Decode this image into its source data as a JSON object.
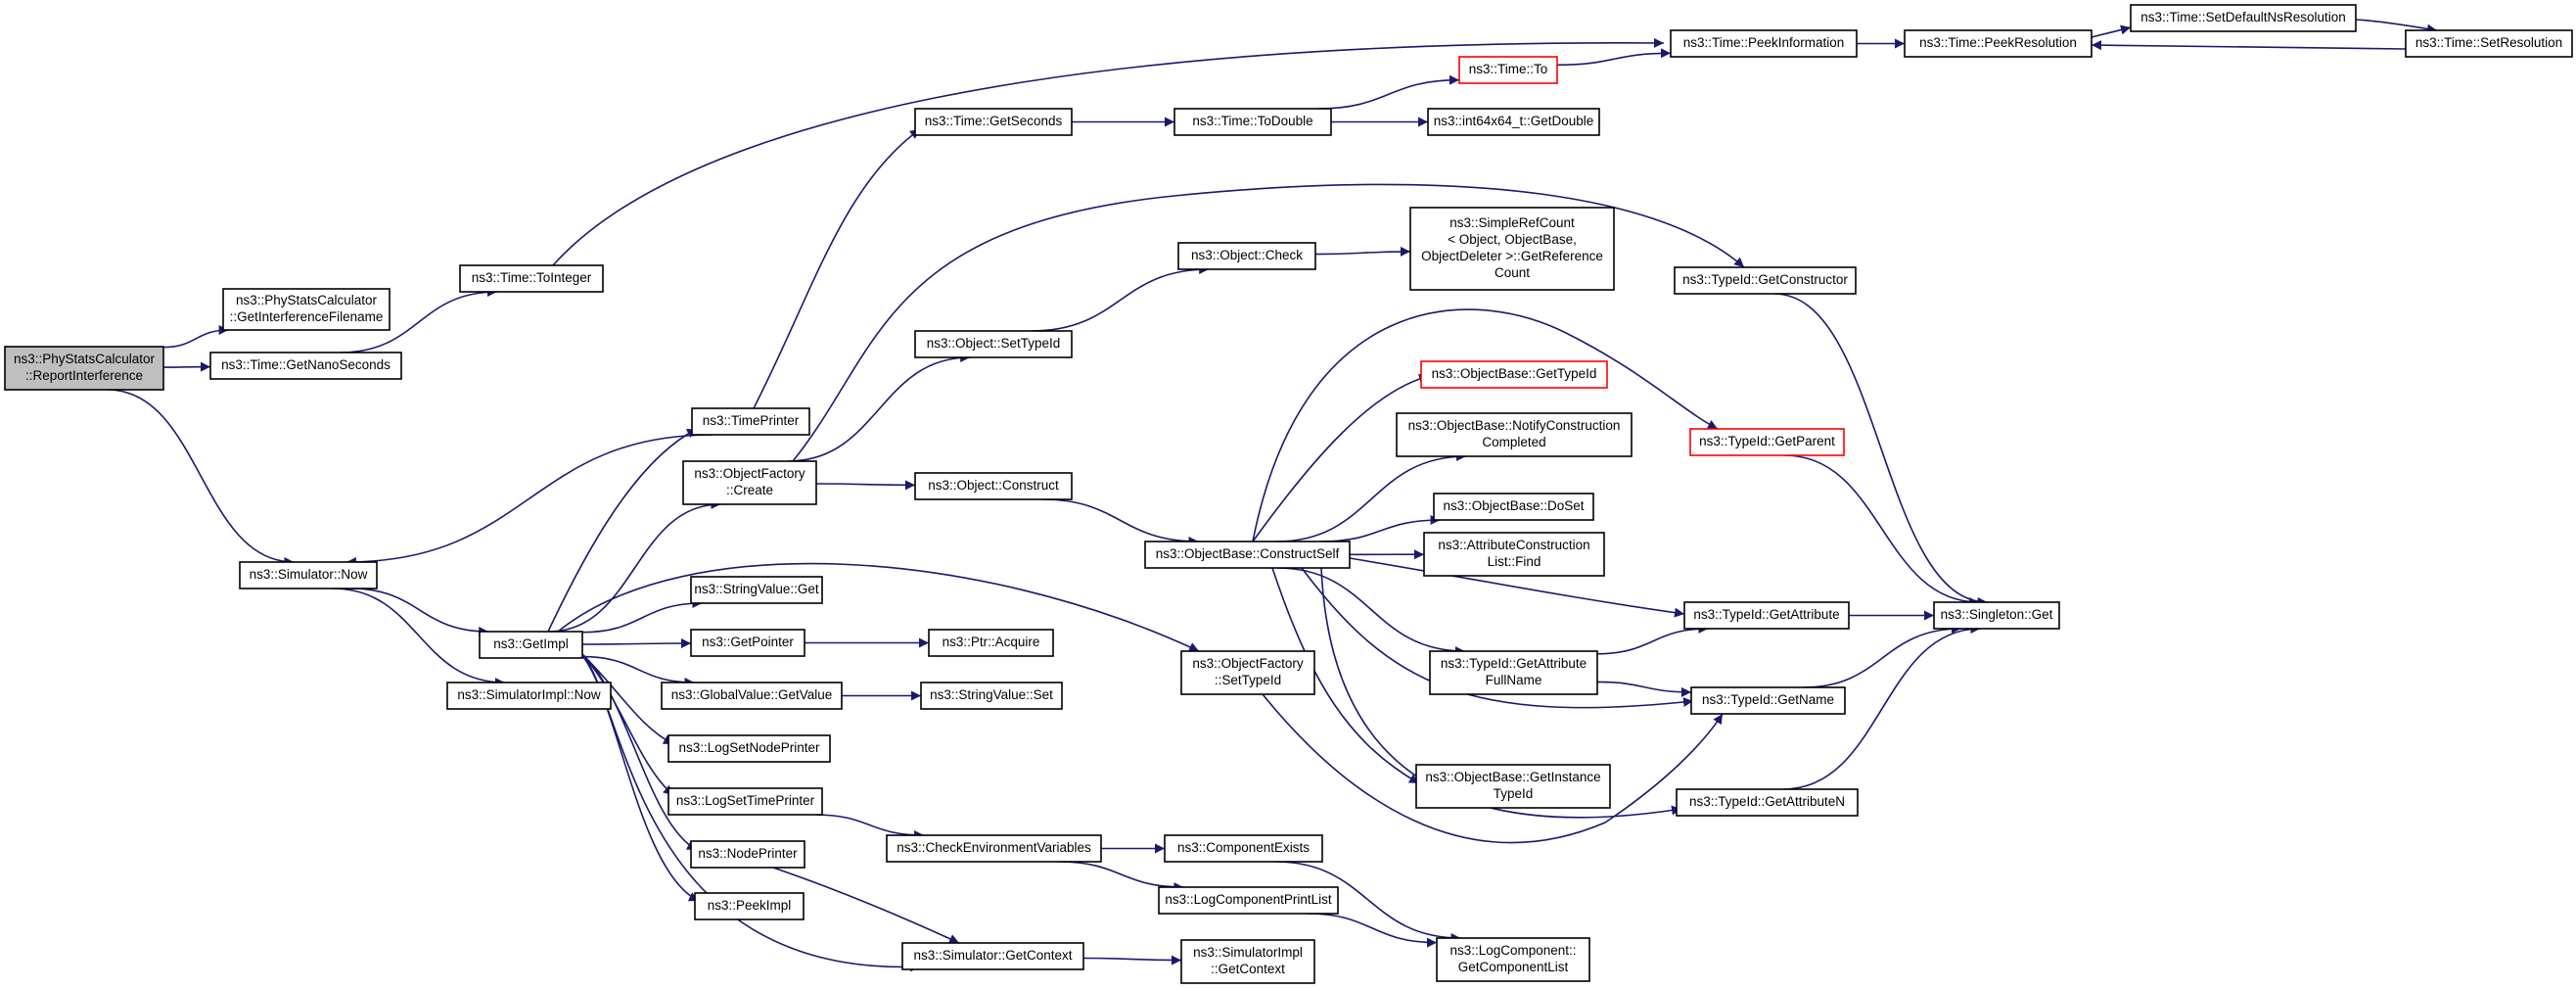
{
  "diagram": {
    "kind": "doxygen-call-graph",
    "colors": {
      "edge": "#191970",
      "node_border": "#000000",
      "root_fill": "#bfbfbf",
      "truncated_border": "#ff0000",
      "background": "#ffffff"
    },
    "nodes": [
      {
        "id": "root",
        "lines": [
          "ns3::PhyStatsCalculator",
          "::ReportInterference"
        ],
        "style": "root"
      },
      {
        "id": "getinterf",
        "lines": [
          "ns3::PhyStatsCalculator",
          "::GetInterferenceFilename"
        ]
      },
      {
        "id": "getnano",
        "lines": [
          "ns3::Time::GetNanoSeconds"
        ]
      },
      {
        "id": "tointeger",
        "lines": [
          "ns3::Time::ToInteger"
        ]
      },
      {
        "id": "simnow",
        "lines": [
          "ns3::Simulator::Now"
        ]
      },
      {
        "id": "timeprinter",
        "lines": [
          "ns3::TimePrinter"
        ]
      },
      {
        "id": "getimpl",
        "lines": [
          "ns3::GetImpl"
        ]
      },
      {
        "id": "simimplnow",
        "lines": [
          "ns3::SimulatorImpl::Now"
        ]
      },
      {
        "id": "ofcreate",
        "lines": [
          "ns3::ObjectFactory",
          "::Create"
        ]
      },
      {
        "id": "strvalget",
        "lines": [
          "ns3::StringValue::Get"
        ]
      },
      {
        "id": "getpointer",
        "lines": [
          "ns3::GetPointer"
        ]
      },
      {
        "id": "gvgetvalue",
        "lines": [
          "ns3::GlobalValue::GetValue"
        ]
      },
      {
        "id": "logsetnode",
        "lines": [
          "ns3::LogSetNodePrinter"
        ]
      },
      {
        "id": "logsettime",
        "lines": [
          "ns3::LogSetTimePrinter"
        ]
      },
      {
        "id": "nodeprinter",
        "lines": [
          "ns3::NodePrinter"
        ]
      },
      {
        "id": "peekimpl",
        "lines": [
          "ns3::PeekImpl"
        ]
      },
      {
        "id": "getseconds",
        "lines": [
          "ns3::Time::GetSeconds"
        ]
      },
      {
        "id": "objsettypeid",
        "lines": [
          "ns3::Object::SetTypeId"
        ]
      },
      {
        "id": "objconstruct",
        "lines": [
          "ns3::Object::Construct"
        ]
      },
      {
        "id": "ptracquire",
        "lines": [
          "ns3::Ptr::Acquire"
        ]
      },
      {
        "id": "strvalset",
        "lines": [
          "ns3::StringValue::Set"
        ]
      },
      {
        "id": "checkenv",
        "lines": [
          "ns3::CheckEnvironmentVariables"
        ]
      },
      {
        "id": "simgetctx",
        "lines": [
          "ns3::Simulator::GetContext"
        ]
      },
      {
        "id": "todouble",
        "lines": [
          "ns3::Time::ToDouble"
        ]
      },
      {
        "id": "objcheck",
        "lines": [
          "ns3::Object::Check"
        ]
      },
      {
        "id": "obconstructself",
        "lines": [
          "ns3::ObjectBase::ConstructSelf"
        ]
      },
      {
        "id": "ofsettypeid",
        "lines": [
          "ns3::ObjectFactory",
          "::SetTypeId"
        ]
      },
      {
        "id": "compexists",
        "lines": [
          "ns3::ComponentExists"
        ]
      },
      {
        "id": "logcompprint",
        "lines": [
          "ns3::LogComponentPrintList"
        ]
      },
      {
        "id": "simimplgetctx",
        "lines": [
          "ns3::SimulatorImpl",
          "::GetContext"
        ]
      },
      {
        "id": "timeto",
        "lines": [
          "ns3::Time::To"
        ],
        "style": "truncated"
      },
      {
        "id": "int64getdouble",
        "lines": [
          "ns3::int64x64_t::GetDouble"
        ]
      },
      {
        "id": "simplerefcount",
        "lines": [
          "ns3::SimpleRefCount",
          "< Object, ObjectBase,",
          "ObjectDeleter >::GetReference",
          "Count"
        ]
      },
      {
        "id": "obgettypeid",
        "lines": [
          "ns3::ObjectBase::GetTypeId"
        ],
        "style": "truncated"
      },
      {
        "id": "obnotify",
        "lines": [
          "ns3::ObjectBase::NotifyConstruction",
          "Completed"
        ]
      },
      {
        "id": "obdoset",
        "lines": [
          "ns3::ObjectBase::DoSet"
        ]
      },
      {
        "id": "attrconstrfind",
        "lines": [
          "ns3::AttributeConstruction",
          "List::Find"
        ]
      },
      {
        "id": "tidgetattrfull",
        "lines": [
          "ns3::TypeId::GetAttribute",
          "FullName"
        ]
      },
      {
        "id": "obgetinstance",
        "lines": [
          "ns3::ObjectBase::GetInstance",
          "TypeId"
        ]
      },
      {
        "id": "logcompgetlist",
        "lines": [
          "ns3::LogComponent::",
          "GetComponentList"
        ]
      },
      {
        "id": "peekinfo",
        "lines": [
          "ns3::Time::PeekInformation"
        ]
      },
      {
        "id": "tidgetconstructor",
        "lines": [
          "ns3::TypeId::GetConstructor"
        ]
      },
      {
        "id": "tidgetparent",
        "lines": [
          "ns3::TypeId::GetParent"
        ],
        "style": "truncated"
      },
      {
        "id": "tidgetattribute",
        "lines": [
          "ns3::TypeId::GetAttribute"
        ]
      },
      {
        "id": "tidgetname",
        "lines": [
          "ns3::TypeId::GetName"
        ]
      },
      {
        "id": "tidgetattrn",
        "lines": [
          "ns3::TypeId::GetAttributeN"
        ]
      },
      {
        "id": "peekres",
        "lines": [
          "ns3::Time::PeekResolution"
        ]
      },
      {
        "id": "singletonget",
        "lines": [
          "ns3::Singleton::Get"
        ]
      },
      {
        "id": "setdefaultres",
        "lines": [
          "ns3::Time::SetDefaultNsResolution"
        ]
      },
      {
        "id": "setres",
        "lines": [
          "ns3::Time::SetResolution"
        ]
      }
    ],
    "edges": [
      [
        "root",
        "getinterf"
      ],
      [
        "root",
        "getnano"
      ],
      [
        "root",
        "simnow"
      ],
      [
        "getnano",
        "tointeger"
      ],
      [
        "tointeger",
        "peekinfo"
      ],
      [
        "simnow",
        "getimpl"
      ],
      [
        "simnow",
        "simimplnow"
      ],
      [
        "timeprinter",
        "simnow"
      ],
      [
        "timeprinter",
        "getseconds"
      ],
      [
        "getimpl",
        "timeprinter"
      ],
      [
        "getimpl",
        "ofcreate"
      ],
      [
        "getimpl",
        "strvalget"
      ],
      [
        "getimpl",
        "getpointer"
      ],
      [
        "getimpl",
        "gvgetvalue"
      ],
      [
        "getimpl",
        "logsetnode"
      ],
      [
        "getimpl",
        "logsettime"
      ],
      [
        "getimpl",
        "nodeprinter"
      ],
      [
        "getimpl",
        "peekimpl"
      ],
      [
        "getimpl",
        "ofsettypeid"
      ],
      [
        "getimpl",
        "simgetctx"
      ],
      [
        "ofcreate",
        "objsettypeid"
      ],
      [
        "ofcreate",
        "objconstruct"
      ],
      [
        "ofcreate",
        "tidgetconstructor"
      ],
      [
        "getpointer",
        "ptracquire"
      ],
      [
        "gvgetvalue",
        "strvalset"
      ],
      [
        "logsettime",
        "checkenv"
      ],
      [
        "nodeprinter",
        "simgetctx"
      ],
      [
        "getseconds",
        "todouble"
      ],
      [
        "todouble",
        "timeto"
      ],
      [
        "todouble",
        "int64getdouble"
      ],
      [
        "timeto",
        "peekinfo"
      ],
      [
        "peekinfo",
        "peekres"
      ],
      [
        "peekres",
        "setdefaultres"
      ],
      [
        "setdefaultres",
        "setres"
      ],
      [
        "setres",
        "peekres"
      ],
      [
        "objsettypeid",
        "objcheck"
      ],
      [
        "objcheck",
        "simplerefcount"
      ],
      [
        "objconstruct",
        "obconstructself"
      ],
      [
        "obconstructself",
        "obgettypeid"
      ],
      [
        "obconstructself",
        "obnotify"
      ],
      [
        "obconstructself",
        "obdoset"
      ],
      [
        "obconstructself",
        "attrconstrfind"
      ],
      [
        "obconstructself",
        "tidgetattrfull"
      ],
      [
        "obconstructself",
        "obgetinstance"
      ],
      [
        "obconstructself",
        "tidgetparent"
      ],
      [
        "obconstructself",
        "tidgetattribute"
      ],
      [
        "obconstructself",
        "tidgetname"
      ],
      [
        "obconstructself",
        "tidgetattrn"
      ],
      [
        "ofsettypeid",
        "tidgetname"
      ],
      [
        "tidgetattrfull",
        "tidgetattribute"
      ],
      [
        "tidgetattrfull",
        "tidgetname"
      ],
      [
        "tidgetconstructor",
        "singletonget"
      ],
      [
        "tidgetparent",
        "singletonget"
      ],
      [
        "tidgetattribute",
        "singletonget"
      ],
      [
        "tidgetname",
        "singletonget"
      ],
      [
        "tidgetattrn",
        "singletonget"
      ],
      [
        "checkenv",
        "compexists"
      ],
      [
        "checkenv",
        "logcompprint"
      ],
      [
        "compexists",
        "logcompgetlist"
      ],
      [
        "logcompprint",
        "logcompgetlist"
      ],
      [
        "simgetctx",
        "simimplgetctx"
      ]
    ]
  }
}
